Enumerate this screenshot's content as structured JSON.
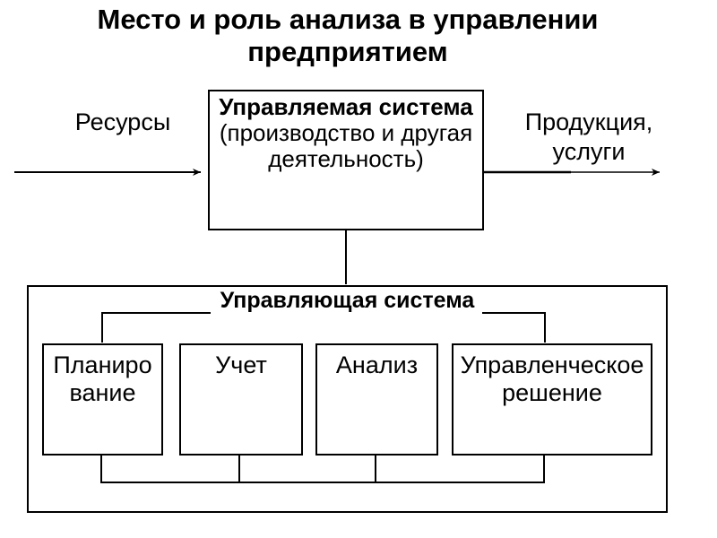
{
  "page": {
    "title": "Место и роль анализа в управлении предприятием",
    "background_color": "#ffffff",
    "line_color": "#000000",
    "text_color": "#000000"
  },
  "flow": {
    "input_label": "Ресурсы",
    "output_label": "Продукция, услуги",
    "managed_system": {
      "title": "Управляемая система",
      "subtitle_lines": [
        "(производство и другая",
        "деятельность)"
      ]
    },
    "control_system": {
      "title": "Управляющая система",
      "boxes": [
        {
          "id": "planning",
          "label_lines": [
            "Планиро",
            "вание"
          ]
        },
        {
          "id": "accounting",
          "label": "Учет"
        },
        {
          "id": "analysis",
          "label": "Анализ"
        },
        {
          "id": "decision",
          "label": "Управленческое решение"
        }
      ]
    }
  }
}
